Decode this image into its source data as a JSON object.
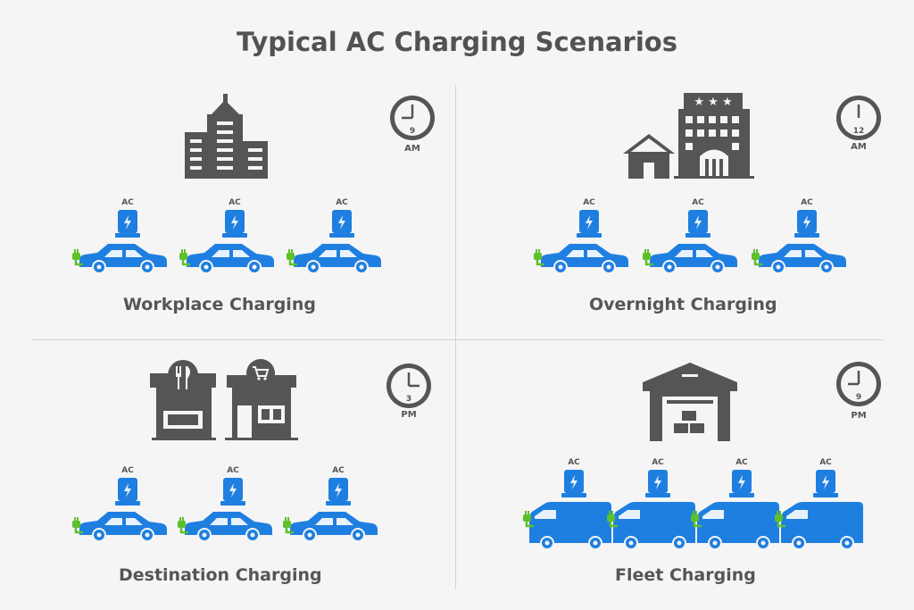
{
  "title": "Typical AC Charging Scenarios",
  "colors": {
    "blue": "#1f7fe0",
    "gray": "#555555",
    "green": "#5ec02b",
    "background": "#f5f5f5"
  },
  "charger_label": "AC",
  "scenarios": [
    {
      "label": "Workplace Charging",
      "clock_number": "9",
      "period": "AM",
      "buildings": [
        "office-tower-icon"
      ],
      "vehicle": "car",
      "count": 3
    },
    {
      "label": "Overnight Charging",
      "clock_number": "12",
      "period": "AM",
      "buildings": [
        "house-icon",
        "hotel-icon"
      ],
      "vehicle": "car",
      "count": 3
    },
    {
      "label": "Destination Charging",
      "clock_number": "3",
      "period": "PM",
      "buildings": [
        "restaurant-icon",
        "shop-icon"
      ],
      "vehicle": "car",
      "count": 3
    },
    {
      "label": "Fleet Charging",
      "clock_number": "9",
      "period": "PM",
      "buildings": [
        "warehouse-icon"
      ],
      "vehicle": "van",
      "count": 4
    }
  ]
}
